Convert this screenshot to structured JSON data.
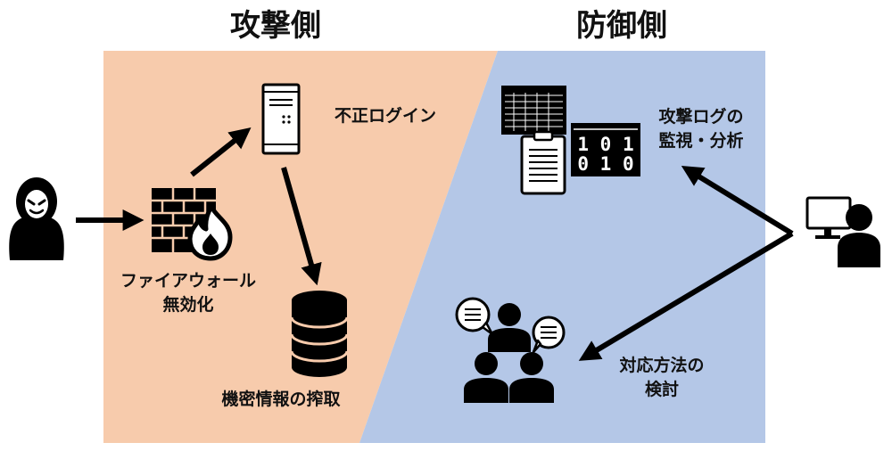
{
  "headings": {
    "attack": "攻撃側",
    "defense": "防御側"
  },
  "labels": {
    "firewall_line1": "ファイアウォール",
    "firewall_line2": "無効化",
    "login": "不正ログイン",
    "theft": "機密情報の搾取",
    "monitor_line1": "攻撃ログの",
    "monitor_line2": "監視・分析",
    "response_line1": "対応方法の",
    "response_line2": "検討"
  },
  "binary": {
    "row1": "1 0 1",
    "row2": "0 1 0"
  },
  "colors": {
    "attack_bg": "#F7CBAC",
    "defense_bg": "#B4C7E7",
    "ink": "#000000"
  }
}
